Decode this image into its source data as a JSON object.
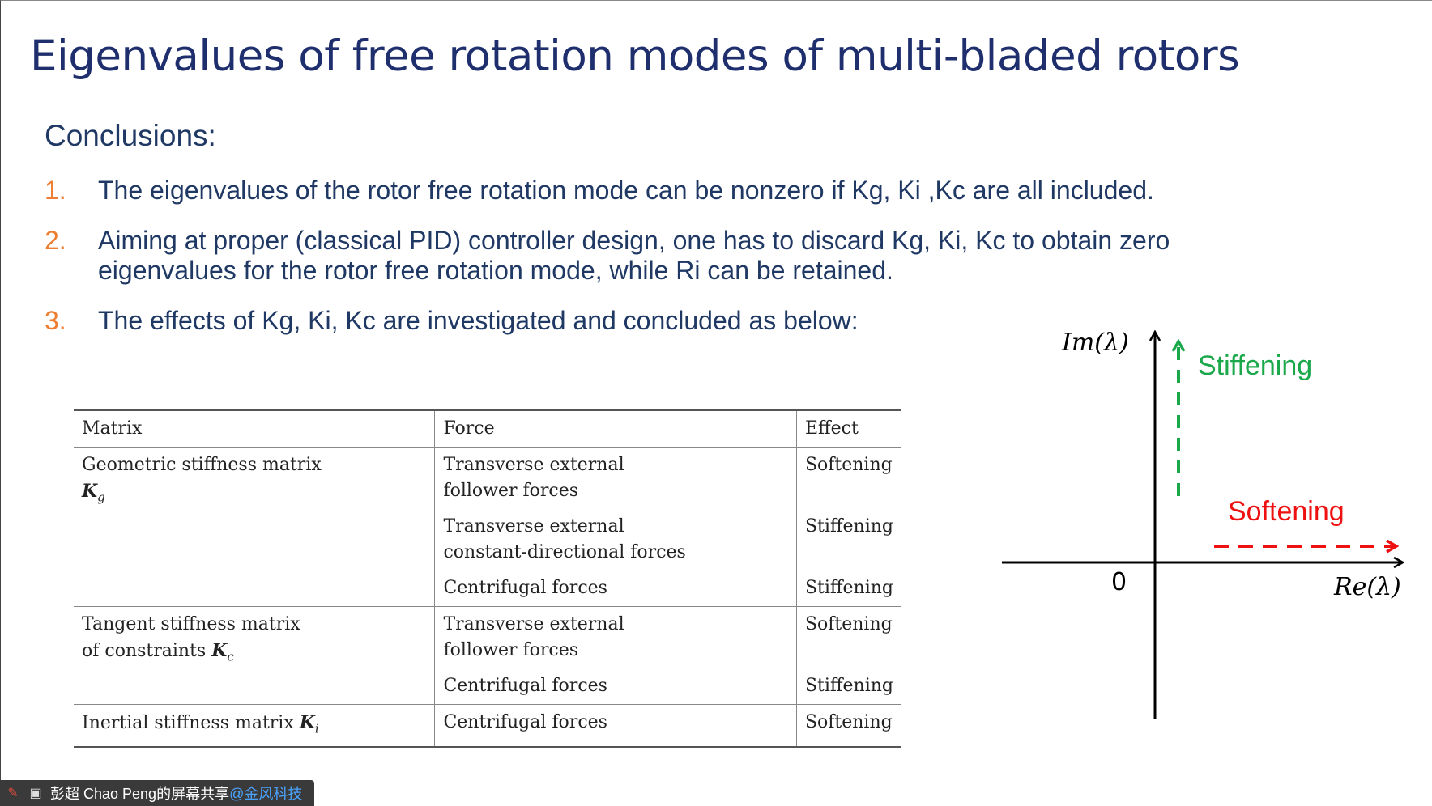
{
  "slide": {
    "title": "Eigenvalues of free rotation modes of multi-bladed rotors",
    "subtitle": "Conclusions:",
    "items": [
      {
        "num": "1.",
        "lines": [
          "The eigenvalues of the rotor free rotation mode can be nonzero if Kg, Ki ,Kc are all included."
        ]
      },
      {
        "num": "2.",
        "lines": [
          "Aiming at proper (classical PID) controller design, one has to discard Kg, Ki, Kc to obtain zero",
          "eigenvalues for the rotor free rotation mode, while Ri can be retained."
        ]
      },
      {
        "num": "3.",
        "lines": [
          "The effects of Kg, Ki, Kc are investigated and concluded as below:"
        ]
      }
    ]
  },
  "table": {
    "headers": [
      "Matrix",
      "Force",
      "Effect"
    ],
    "groups": [
      {
        "matrix_line1": "Geometric stiffness matrix",
        "matrix_line2": "",
        "matrix_symbol": "K",
        "matrix_sub": "g",
        "forces": [
          {
            "force_line1": "Transverse external",
            "force_line2": "follower forces",
            "effect": "Softening"
          },
          {
            "force_line1": "Transverse external",
            "force_line2": "constant-directional forces",
            "effect": "Stiffening"
          },
          {
            "force_line1": "Centrifugal forces",
            "force_line2": "",
            "effect": "Stiffening"
          }
        ]
      },
      {
        "matrix_line1": "Tangent stiffness matrix",
        "matrix_line2": "of constraints",
        "matrix_symbol": "K",
        "matrix_sub": "c",
        "forces": [
          {
            "force_line1": "Transverse external",
            "force_line2": "follower forces",
            "effect": "Softening"
          },
          {
            "force_line1": "Centrifugal forces",
            "force_line2": "",
            "effect": "Stiffening"
          }
        ]
      },
      {
        "matrix_line1": "Inertial stiffness matrix",
        "matrix_line2": "",
        "matrix_symbol": "K",
        "matrix_sub": "i",
        "forces": [
          {
            "force_line1": "Centrifugal forces",
            "force_line2": "",
            "effect": "Softening"
          }
        ]
      }
    ]
  },
  "plot": {
    "y_label": "Im(λ)",
    "x_label": "Re(λ)",
    "origin_label": "0",
    "stiffening_label": "Stiffening",
    "softening_label": "Softening",
    "stiffening_color": "#1aa84a",
    "softening_color": "#ee1111"
  },
  "footer": {
    "mic_icon": "mic-muted-icon",
    "share_icon": "screen-share-icon",
    "text": "彭超 Chao Peng的屏幕共享",
    "tag": "@金风科技"
  }
}
